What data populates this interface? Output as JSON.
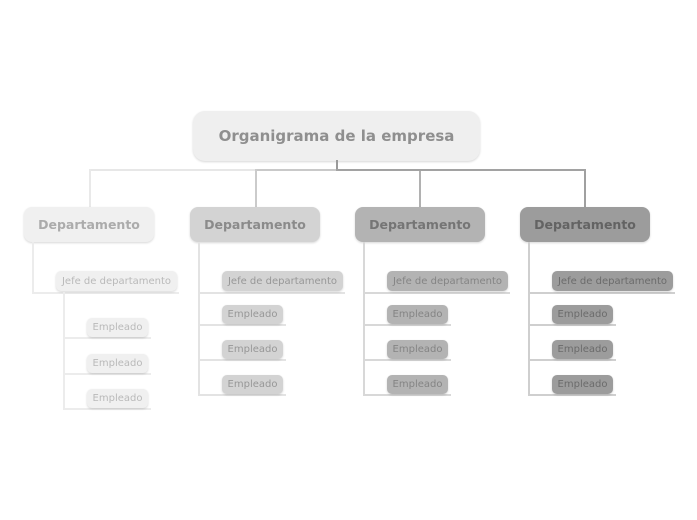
{
  "root": {
    "label": "Organigrama de la empresa"
  },
  "departments": [
    {
      "label": "Departamento",
      "manager": "Jefe de departamento",
      "employees": [
        "Empleado",
        "Empleado",
        "Empleado"
      ]
    },
    {
      "label": "Departamento",
      "manager": "Jefe de departamento",
      "employees": [
        "Empleado",
        "Empleado",
        "Empleado"
      ]
    },
    {
      "label": "Departamento",
      "manager": "Jefe de departamento",
      "employees": [
        "Empleado",
        "Empleado",
        "Empleado"
      ]
    },
    {
      "label": "Departamento",
      "manager": "Jefe de departamento",
      "employees": [
        "Empleado",
        "Empleado",
        "Empleado"
      ]
    }
  ],
  "colors": {
    "canvas_bg": "#ffffff",
    "root_box": "#efefef",
    "root_text": "#8f8f8f",
    "root_stub_line": "#9a9a9a",
    "root_connector_segments": [
      "#e7e7e7",
      "#c9c9c9",
      "#a2a2a2"
    ],
    "branches": [
      {
        "box": "#f0f0f0",
        "dept_text": "#ababab",
        "child_text": "#b9b9b9",
        "inner_line": "#ececec",
        "drop_line": "#e9e9e9"
      },
      {
        "box": "#d3d3d3",
        "dept_text": "#8b8b8b",
        "child_text": "#979797",
        "inner_line": "#e3e3e3",
        "drop_line": "#cbcbcb"
      },
      {
        "box": "#b3b3b3",
        "dept_text": "#757575",
        "child_text": "#848484",
        "inner_line": "#d8d8d8",
        "drop_line": "#b1b1b1"
      },
      {
        "box": "#9c9c9c",
        "dept_text": "#636363",
        "child_text": "#6b6b6b",
        "inner_line": "#cfcfcf",
        "drop_line": "#a0a0a0"
      }
    ]
  }
}
